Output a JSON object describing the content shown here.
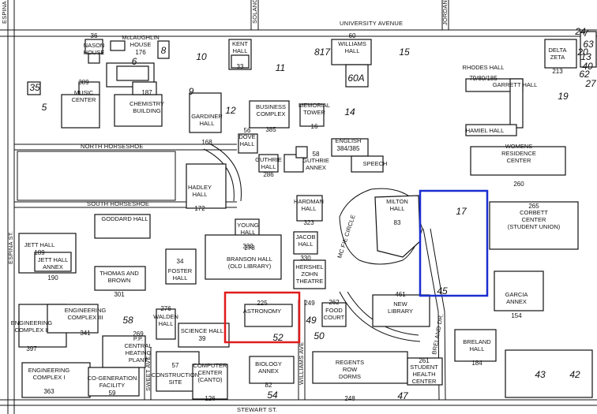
{
  "streets": {
    "university_ave": "UNIVERSITY AVENUE",
    "north_horseshoe": "NORTH HORSESHOE",
    "south_horseshoe": "SOUTH HORSESHOE",
    "stewart_st": "STEWART ST.",
    "espina_top": "ESPINA",
    "espina_st": "ESPINA ST.",
    "solano": "SOLANO",
    "jordan": "JORDAN",
    "williams_ave": "WILLIAMS AVE",
    "sweet_ave": "SWEET AVE.",
    "breland_dr": "BRELAND DR.",
    "mcfie_circle": "MC FIE CIRCLE"
  },
  "buildings": [
    {
      "key": "nason",
      "lines": [
        "NASON",
        "HOUSE"
      ],
      "num": "36"
    },
    {
      "key": "mclaughlin",
      "lines": [
        "McLAUGHLIN",
        "HOUSE"
      ],
      "num": "176"
    },
    {
      "key": "kent",
      "lines": [
        "KENT",
        "HALL"
      ],
      "num": "33"
    },
    {
      "key": "williams",
      "lines": [
        "WILLIAMS",
        "HALL"
      ],
      "num": "60"
    },
    {
      "key": "delta_zeta",
      "lines": [
        "DELTA",
        "ZETA"
      ],
      "num": "213"
    },
    {
      "key": "music",
      "lines": [
        "MUSIC",
        "CENTER"
      ],
      "num": "389"
    },
    {
      "key": "chemistry",
      "lines": [
        "CHEMISTRY",
        "BUILDING"
      ],
      "num": "187"
    },
    {
      "key": "gardiner",
      "lines": [
        "GARDINER",
        "HALL"
      ],
      "num": "168"
    },
    {
      "key": "business",
      "lines": [
        "BUSINESS",
        "COMPLEX"
      ],
      "num": "385"
    },
    {
      "key": "memorial",
      "lines": [
        "MEMORIAL",
        "TOWER"
      ],
      "num": "16"
    },
    {
      "key": "rhodes",
      "lines": [
        "RHODES HALL"
      ],
      "num": "79/80/185"
    },
    {
      "key": "garrett",
      "lines": [
        "GARRETT HALL"
      ],
      "num": ""
    },
    {
      "key": "hamiel",
      "lines": [
        "HAMIEL HALL"
      ],
      "num": ""
    },
    {
      "key": "english",
      "lines": [
        "ENGLISH"
      ],
      "num": "384/385"
    },
    {
      "key": "speech",
      "lines": [
        "SPEECH"
      ],
      "num": ""
    },
    {
      "key": "womens",
      "lines": [
        "WOMENS",
        "RESIDENCE",
        "CENTER"
      ],
      "num": "260"
    },
    {
      "key": "dove",
      "lines": [
        "DOVE",
        "HALL"
      ],
      "num": "56"
    },
    {
      "key": "guthrie",
      "lines": [
        "GUTHRIE",
        "HALL"
      ],
      "num": "286"
    },
    {
      "key": "guthrie_annex",
      "lines": [
        "GUTHRIE",
        "ANNEX"
      ],
      "num": "58"
    },
    {
      "key": "hadley",
      "lines": [
        "HADLEY",
        "HALL"
      ],
      "num": "172"
    },
    {
      "key": "hardman",
      "lines": [
        "HARDMAN",
        "HALL"
      ],
      "num": "323"
    },
    {
      "key": "milton",
      "lines": [
        "MILTON",
        "HALL"
      ],
      "num": "83"
    },
    {
      "key": "corbett",
      "lines": [
        "CORBETT",
        "CENTER",
        "(STUDENT UNION)"
      ],
      "num": "265"
    },
    {
      "key": "jett",
      "lines": [
        "JETT HALL"
      ],
      "num": "189"
    },
    {
      "key": "jett_annex",
      "lines": [
        "JETT HALL",
        "ANNEX"
      ],
      "num": "190"
    },
    {
      "key": "goddard",
      "lines": [
        "GODDARD HALL"
      ],
      "num": ""
    },
    {
      "key": "thomas_brown",
      "lines": [
        "THOMAS AND",
        "BROWN"
      ],
      "num": "301"
    },
    {
      "key": "young",
      "lines": [
        "YOUNG",
        "HALL"
      ],
      "num": "332"
    },
    {
      "key": "jacob",
      "lines": [
        "JACOB",
        "HALL"
      ],
      "num": "330"
    },
    {
      "key": "foster",
      "lines": [
        "FOSTER",
        "HALL"
      ],
      "num": "34"
    },
    {
      "key": "branson",
      "lines": [
        "BRANSON HALL",
        "(OLD LIBRARY)"
      ],
      "num": "278"
    },
    {
      "key": "zohn",
      "lines": [
        "HERSHEL",
        "ZOHN",
        "THEATRE"
      ],
      "num": "249"
    },
    {
      "key": "new_library",
      "lines": [
        "NEW",
        "LIBRARY"
      ],
      "num": "461"
    },
    {
      "key": "garcia",
      "lines": [
        "GARCIA",
        "ANNEX"
      ],
      "num": "154"
    },
    {
      "key": "astronomy",
      "lines": [
        "ASTRONOMY"
      ],
      "num": "225"
    },
    {
      "key": "food_court",
      "lines": [
        "FOOD",
        "COURT"
      ],
      "num": "262"
    },
    {
      "key": "walden",
      "lines": [
        "WALDEN",
        "HALL"
      ],
      "num": "276"
    },
    {
      "key": "science",
      "lines": [
        "SCIENCE HALL"
      ],
      "num": "39"
    },
    {
      "key": "eng3",
      "lines": [
        "ENGINEERING",
        "COMPLEX III"
      ],
      "num": "341"
    },
    {
      "key": "eng2",
      "lines": [
        "ENGINEERING",
        "COMPLEX II"
      ],
      "num": "397"
    },
    {
      "key": "eng1",
      "lines": [
        "ENGINEERING",
        "COMPLEX I"
      ],
      "num": "363"
    },
    {
      "key": "pp",
      "lines": [
        "P.P.",
        "CENTRAL",
        "HEATING",
        "PLANT"
      ],
      "num": "269"
    },
    {
      "key": "cogen",
      "lines": [
        "CO-GENERATION",
        "FACILITY"
      ],
      "num": "59"
    },
    {
      "key": "construction",
      "lines": [
        "CONSTRUCTION",
        "SITE"
      ],
      "num": "57"
    },
    {
      "key": "computer",
      "lines": [
        "COMPUTER",
        "CENTER",
        "(CANTO)"
      ],
      "num": "126"
    },
    {
      "key": "biology",
      "lines": [
        "BIOLOGY",
        "ANNEX"
      ],
      "num": "82"
    },
    {
      "key": "regents",
      "lines": [
        "REGENTS",
        "ROW",
        "DORMS"
      ],
      "num": "248"
    },
    {
      "key": "health",
      "lines": [
        "STUDENT",
        "HEALTH",
        "CENTER"
      ],
      "num": "261"
    },
    {
      "key": "breland",
      "lines": [
        "BRELAND",
        "HALL"
      ],
      "num": "184"
    }
  ],
  "small_numbers": [
    "817",
    "60A",
    "15",
    "11",
    "10",
    "8",
    "6",
    "9",
    "12",
    "14",
    "13",
    "19",
    "35",
    "5",
    "7",
    "63",
    "40",
    "17",
    "45",
    "58",
    "50",
    "49",
    "52",
    "54",
    "47",
    "43",
    "42",
    "24",
    "62",
    "20",
    "27"
  ],
  "highlights": [
    {
      "label": "red-box",
      "color": "#e01b1b"
    },
    {
      "label": "blue-box",
      "color": "#1a2fd0"
    }
  ]
}
